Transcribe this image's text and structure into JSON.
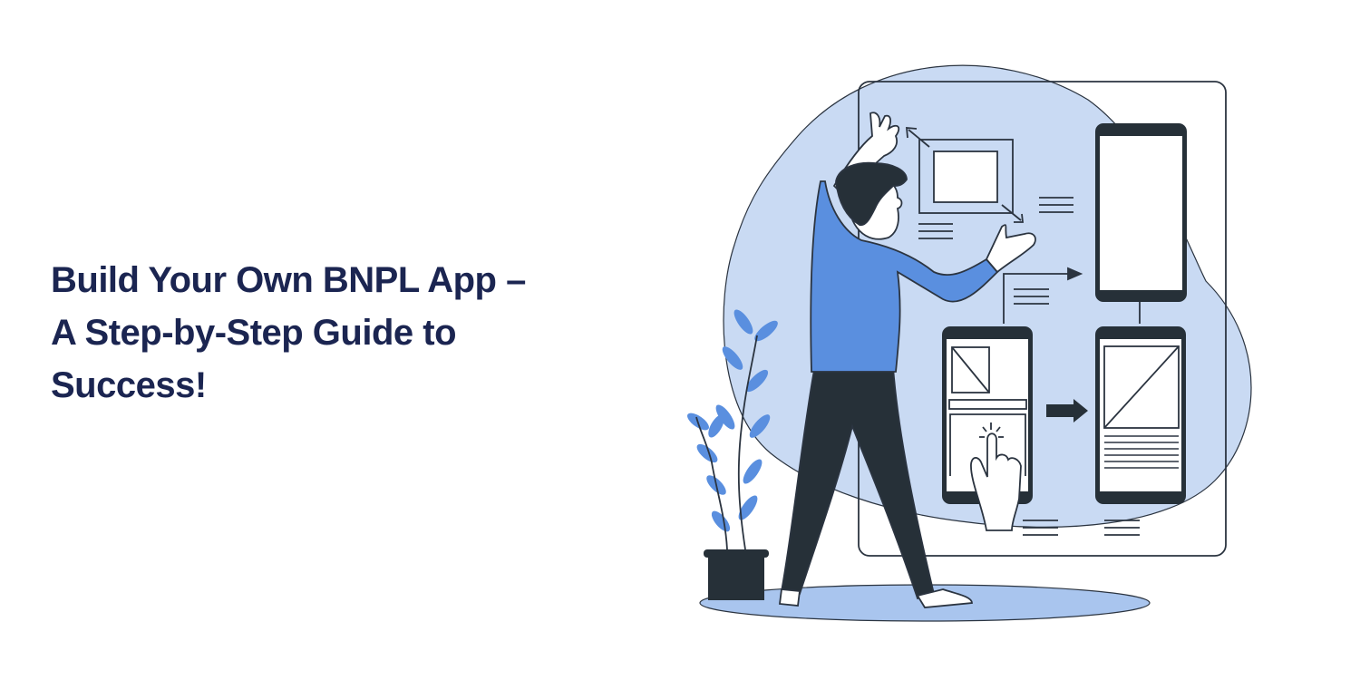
{
  "banner": {
    "headline_lines": [
      "Build Your Own BNPL App –",
      "A Step-by-Step Guide to",
      "Success!"
    ]
  },
  "illustration": {
    "description": "Person arranging app wireframe screens on a board with a potted plant",
    "colors": {
      "blob": "#c9daf3",
      "shirt": "#5a8fdf",
      "dark": "#263038",
      "floor": "#a9c5ee",
      "leaf": "#5a8fdf",
      "screen": "#ffffff",
      "outline": "#2b3440"
    }
  }
}
